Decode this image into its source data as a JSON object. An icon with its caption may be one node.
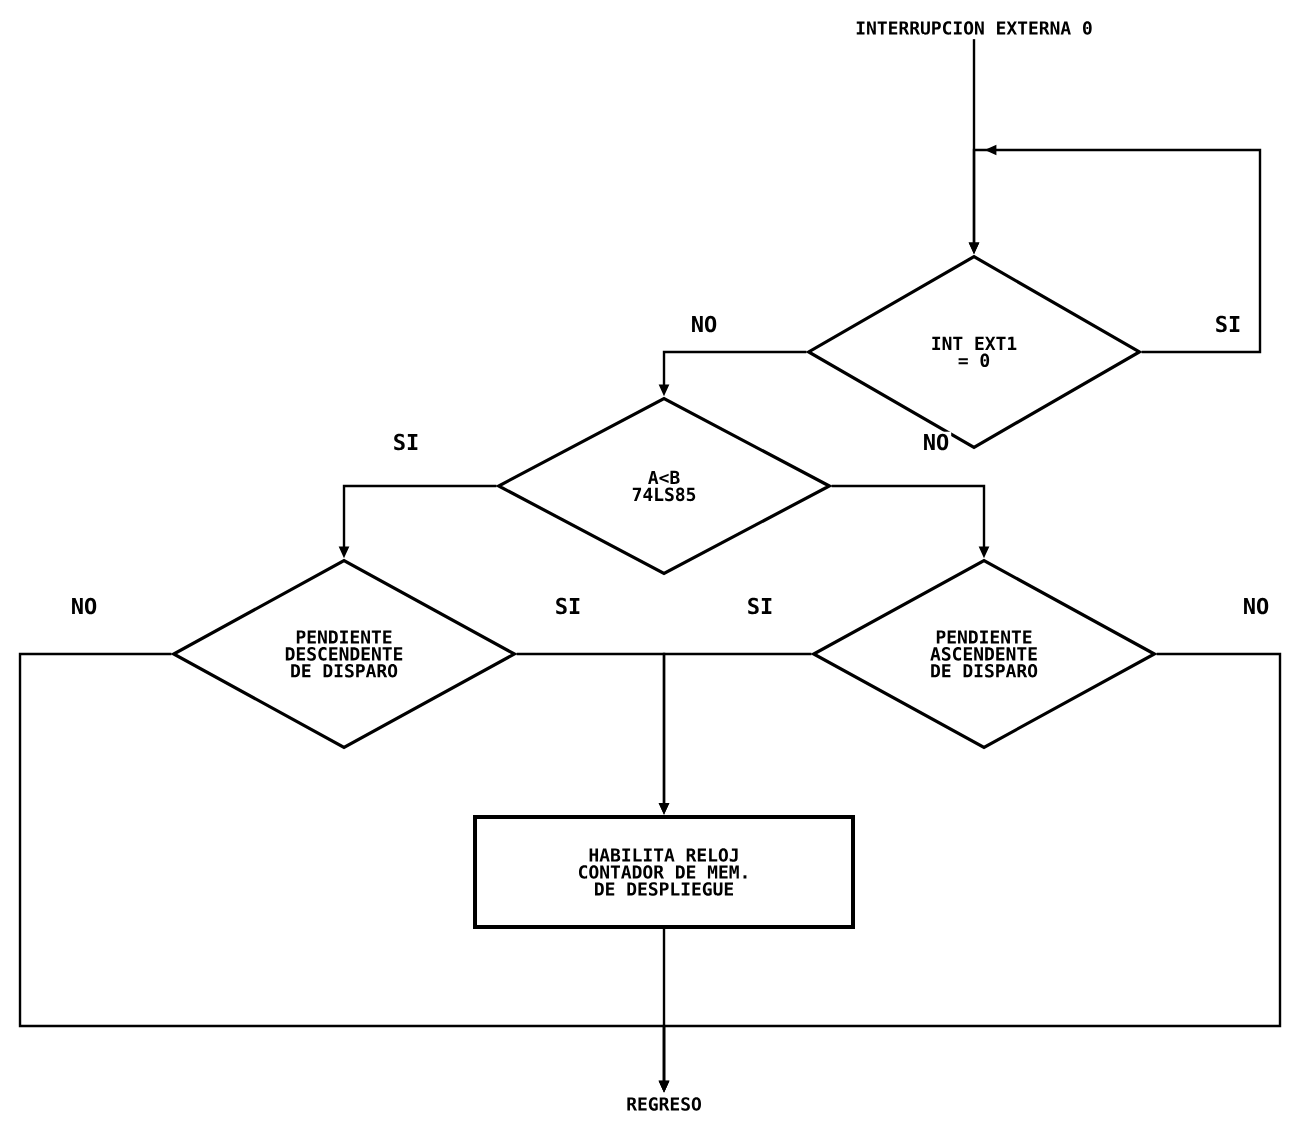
{
  "diagram": {
    "nodes": [
      {
        "text": [
          "INTERRUPCION EXTERNA 0"
        ]
      },
      {
        "text": [
          "INT EXT1 = 0"
        ]
      },
      {
        "text": [
          "A<B 74LS85"
        ]
      },
      {
        "text": [
          "PENDIENTE DESCENDENTE DE DISPARO"
        ]
      },
      {
        "text": [
          "PENDIENTE ASCENDENTE DE DISPARO"
        ]
      },
      {
        "text": [
          "HABILITA RELOJ CONTADOR DE MEM. DE DESPLIEGUE"
        ]
      },
      {
        "text": [
          "REGRESO"
        ]
      }
    ],
    "edges": [
      {
        "from": 0,
        "to": 1,
        "arrow": "to"
      },
      {
        "from": 1,
        "to": 1,
        "label": "SI",
        "arrow": "to"
      },
      {
        "from": 1,
        "to": 2,
        "label": "NO",
        "arrow": "to"
      },
      {
        "from": 2,
        "to": 3,
        "label": "SI",
        "arrow": "to"
      },
      {
        "from": 2,
        "to": 4,
        "label": "NO",
        "arrow": "to"
      },
      {
        "from": 3,
        "to": 5,
        "label": "SI",
        "arrow": "to"
      },
      {
        "from": 4,
        "to": 5,
        "label": "SI",
        "arrow": "to"
      },
      {
        "from": 3,
        "to": 6,
        "label": "NO",
        "arrow": "to"
      },
      {
        "from": 4,
        "to": 6,
        "label": "NO",
        "arrow": "to"
      },
      {
        "from": 5,
        "to": 6,
        "arrow": "to"
      }
    ]
  }
}
